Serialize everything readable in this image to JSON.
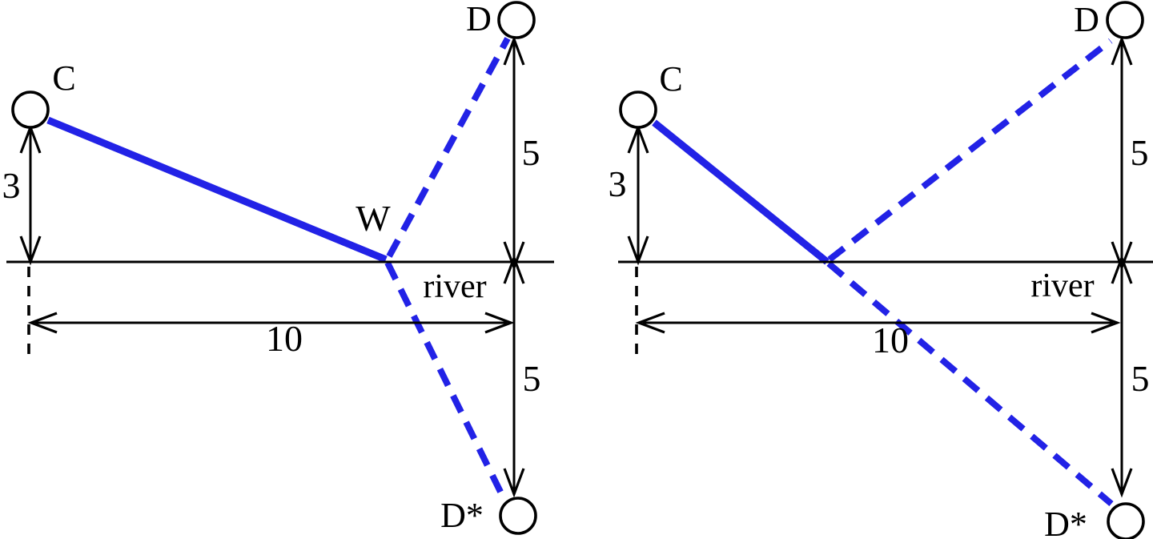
{
  "figure": {
    "left": {
      "point_c_label": "C",
      "point_d_label": "D",
      "point_d_star_label": "D*",
      "point_w_label": "W",
      "height_c": "3",
      "height_d": "5",
      "depth_d_star": "5",
      "width_along_river": "10",
      "river_label": "river"
    },
    "right": {
      "point_c_label": "C",
      "point_d_label": "D",
      "point_d_star_label": "D*",
      "height_c": "3",
      "height_d": "5",
      "depth_d_star": "5",
      "width_along_river": "10",
      "river_label": "river"
    },
    "colors": {
      "path": "#2222E6",
      "ink": "#000000"
    }
  }
}
